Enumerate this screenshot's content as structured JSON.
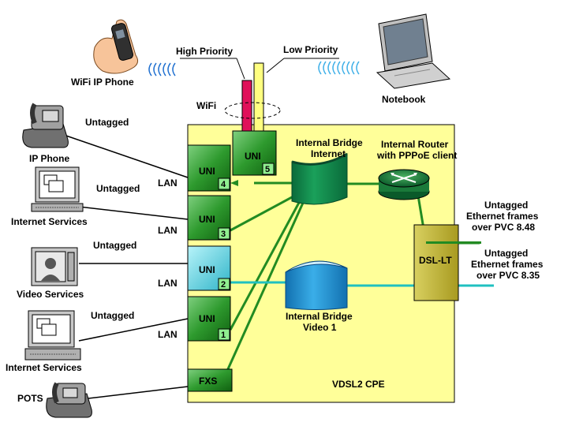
{
  "devices": {
    "wifi_ip_phone": "WiFi IP Phone",
    "notebook": "Notebook",
    "ip_phone": "IP Phone",
    "internet_services_1": "Internet Services",
    "video_services": "Video Services",
    "internet_services_2": "Internet Services",
    "pots": "POTS"
  },
  "wifi": {
    "high_priority": "High Priority",
    "low_priority": "Low Priority",
    "label": "WiFi"
  },
  "links": {
    "untagged_ip_phone": "Untagged",
    "untagged_internet_1": "Untagged",
    "untagged_video": "Untagged",
    "untagged_internet_2": "Untagged",
    "lan_4": "LAN",
    "lan_3": "LAN",
    "lan_2": "LAN",
    "lan_1": "LAN"
  },
  "cpe": {
    "title": "VDSL2 CPE",
    "uni_label": "UNI",
    "port_5": "5",
    "port_4": "4",
    "port_3": "3",
    "port_2": "2",
    "port_1": "1",
    "fxs": "FXS",
    "bridge_internet": [
      "Internal Bridge",
      "Internet"
    ],
    "router": [
      "Internal Router",
      "with PPPoE client"
    ],
    "bridge_video": [
      "Internal Bridge",
      "Video 1"
    ],
    "dsl_lt": "DSL-LT"
  },
  "wan": {
    "pvc_848": [
      "Untagged",
      "Ethernet frames",
      "over PVC 8.48"
    ],
    "pvc_835": [
      "Untagged",
      "Ethernet frames",
      "over PVC 8.35"
    ]
  },
  "colors": {
    "cpe_fill": "#ffff99",
    "uni_green": "#228b22",
    "uni_cyan": "#40c0d0",
    "line_green": "#228b22",
    "line_cyan": "#20c0c0",
    "dsl_lt": "#c8c040",
    "high_priority_antenna": "#e0105a",
    "low_priority_antenna": "#ffff80"
  }
}
